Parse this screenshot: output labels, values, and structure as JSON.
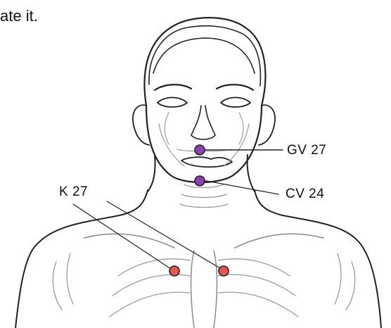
{
  "caption": {
    "text_fragment": "ate it."
  },
  "points": [
    {
      "id": "gv27",
      "label": "GV  27",
      "color": "#8e3fb5"
    },
    {
      "id": "cv24",
      "label": "CV 24",
      "color": "#8e3fb5"
    },
    {
      "id": "k27",
      "label": "K 27",
      "color": "#e8574f"
    }
  ],
  "colors": {
    "outline": "#222222",
    "skeleton": "#8a8a8a",
    "face_purple_point": "#8e3fb5",
    "kidney_red_point": "#e8574f"
  }
}
